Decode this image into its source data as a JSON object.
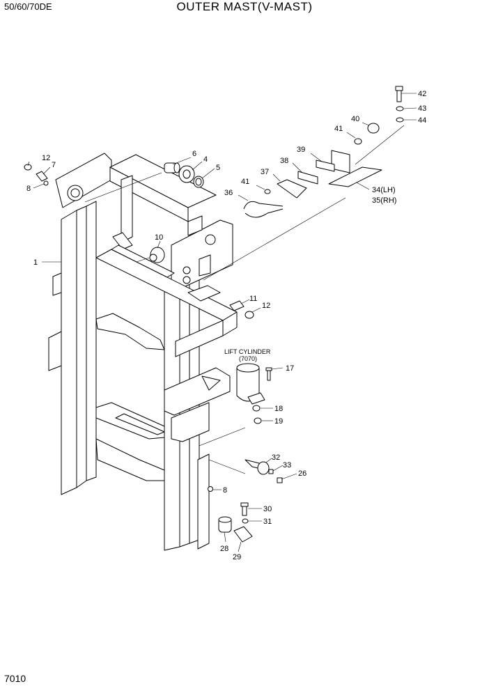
{
  "header": {
    "model": "50/60/70DE",
    "title": "OUTER MAST(V-MAST)"
  },
  "footer": {
    "page": "7010"
  },
  "cylinder_note": {
    "line1": "LIFT CYLINDER",
    "line2": "(7070)"
  },
  "callouts": [
    {
      "id": "c42",
      "label": "42"
    },
    {
      "id": "c43",
      "label": "43"
    },
    {
      "id": "c44",
      "label": "44"
    },
    {
      "id": "c40",
      "label": "40"
    },
    {
      "id": "c41a",
      "label": "41"
    },
    {
      "id": "c39",
      "label": "39"
    },
    {
      "id": "c38",
      "label": "38"
    },
    {
      "id": "c37",
      "label": "37"
    },
    {
      "id": "c41b",
      "label": "41"
    },
    {
      "id": "c36",
      "label": "36"
    },
    {
      "id": "c34",
      "label": "34(LH)"
    },
    {
      "id": "c35",
      "label": "35(RH)"
    },
    {
      "id": "c6",
      "label": "6"
    },
    {
      "id": "c4",
      "label": "4"
    },
    {
      "id": "c5",
      "label": "5"
    },
    {
      "id": "c12a",
      "label": "12"
    },
    {
      "id": "c7",
      "label": "7"
    },
    {
      "id": "c8a",
      "label": "8"
    },
    {
      "id": "c1",
      "label": "1"
    },
    {
      "id": "c10",
      "label": "10"
    },
    {
      "id": "c11",
      "label": "11"
    },
    {
      "id": "c12b",
      "label": "12"
    },
    {
      "id": "c17",
      "label": "17"
    },
    {
      "id": "c18",
      "label": "18"
    },
    {
      "id": "c19",
      "label": "19"
    },
    {
      "id": "c32",
      "label": "32"
    },
    {
      "id": "c33",
      "label": "33"
    },
    {
      "id": "c26",
      "label": "26"
    },
    {
      "id": "c8b",
      "label": "8"
    },
    {
      "id": "c30",
      "label": "30"
    },
    {
      "id": "c31",
      "label": "31"
    },
    {
      "id": "c28",
      "label": "28"
    },
    {
      "id": "c29",
      "label": "29"
    }
  ]
}
